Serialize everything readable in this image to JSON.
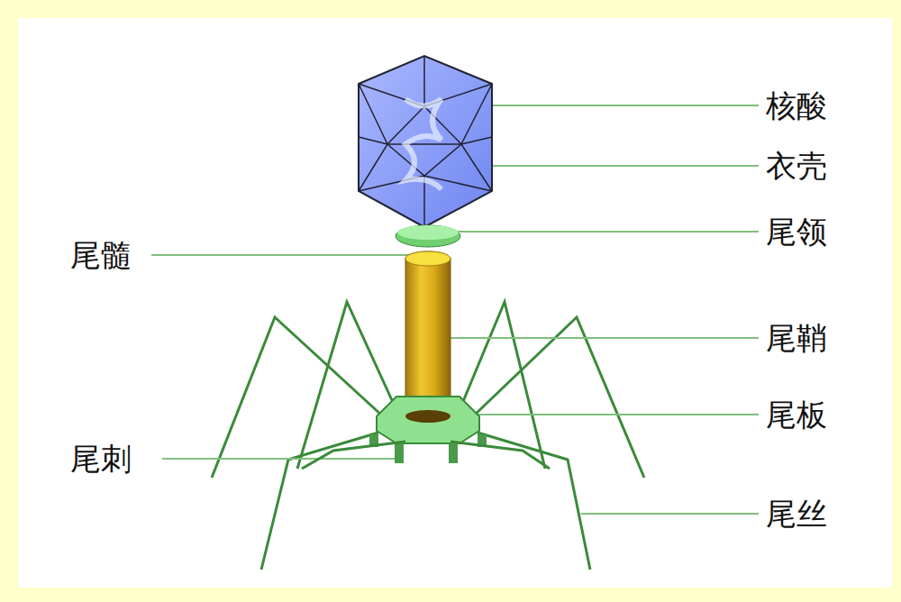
{
  "diagram": {
    "labels": [
      "核酸",
      "衣壳",
      "尾领",
      "尾髓",
      "尾鞘",
      "尾板",
      "尾刺",
      "尾丝"
    ]
  }
}
